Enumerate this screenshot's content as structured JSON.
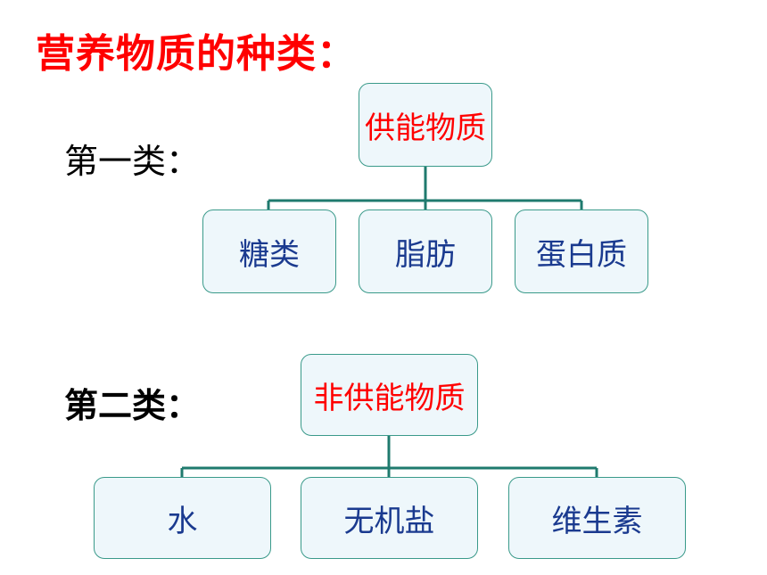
{
  "title": "营养物质的种类：",
  "groups": [
    {
      "label": "第一类：",
      "root": "供能物质",
      "children": [
        "糖类",
        "脂肪",
        "蛋白质"
      ]
    },
    {
      "label": "第二类：",
      "root": "非供能物质",
      "children": [
        "水",
        "无机盐",
        "维生素"
      ]
    }
  ],
  "colors": {
    "title": "#ff0000",
    "root_text": "#ff0000",
    "child_text": "#1a3a8f",
    "box_fill": "#eef7fb",
    "box_border": "#3a9a8a",
    "connector": "#1f7a6e"
  }
}
